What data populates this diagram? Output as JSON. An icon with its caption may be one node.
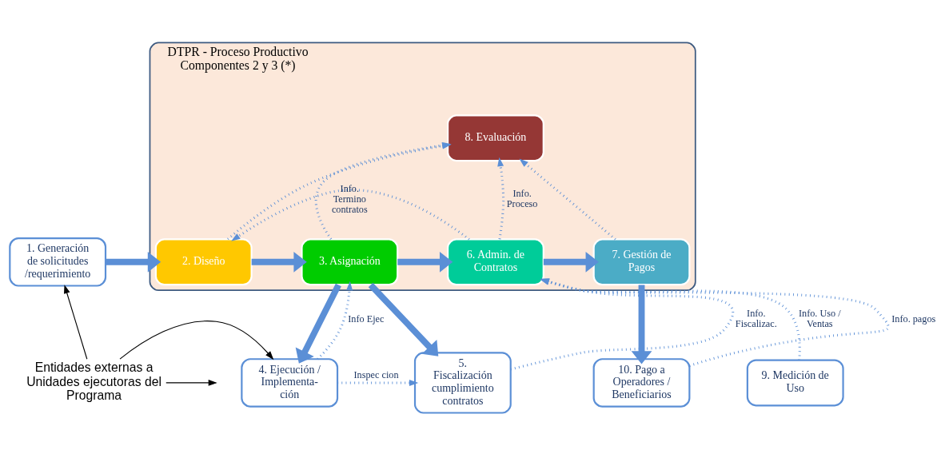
{
  "diagram": {
    "nodes": [
      {
        "text": [
          "DTPR - Proceso Productivo Componentes 2 y 3 (*)"
        ]
      },
      {
        "text": [
          "1. Generación de solicitudes /requerimiento"
        ]
      },
      {
        "text": [
          "2. Diseño"
        ],
        "in": 0
      },
      {
        "text": [
          "3. Asignación"
        ],
        "in": 0
      },
      {
        "text": [
          "6. Admin. de Contratos"
        ],
        "in": 0
      },
      {
        "text": [
          "7. Gestión de Pagos"
        ],
        "in": 0
      },
      {
        "text": [
          "8. Evaluación"
        ],
        "in": 0
      },
      {
        "text": [
          "4. Ejecución / Implementa- ción"
        ]
      },
      {
        "text": [
          "5. Fiscalización cumplimiento contratos"
        ]
      },
      {
        "text": [
          "9. Medición de Uso"
        ]
      },
      {
        "text": [
          "10. Pago a Operadores / Beneficiarios"
        ]
      },
      {
        "text": [
          "Entidades externas a Unidades ejecutoras del Programa"
        ]
      }
    ],
    "edges": [
      {
        "from": 1,
        "to": 2,
        "arrow": "to",
        "style": "thick"
      },
      {
        "from": 2,
        "to": 3,
        "arrow": "to",
        "style": "thick"
      },
      {
        "from": 3,
        "to": 4,
        "arrow": "to",
        "style": "thick"
      },
      {
        "from": 4,
        "to": 5,
        "arrow": "to",
        "style": "thick"
      },
      {
        "from": 2,
        "to": 6,
        "arrow": "to",
        "style": "dashed"
      },
      {
        "from": 3,
        "to": 6,
        "arrow": "to",
        "style": "dashed"
      },
      {
        "from": 4,
        "to": 6,
        "arrow": "to",
        "style": "dashed",
        "label": "Info. Proceso"
      },
      {
        "from": 5,
        "to": 6,
        "arrow": "to",
        "style": "dashed"
      },
      {
        "from": 4,
        "to": 2,
        "arrow": "to",
        "style": "dashed",
        "label": "Info. Termino contratos"
      },
      {
        "from": 3,
        "to": 7,
        "arrow": "to",
        "style": "thick"
      },
      {
        "from": 7,
        "to": 3,
        "arrow": "to",
        "style": "dashed",
        "label": "Info Ejec"
      },
      {
        "from": 3,
        "to": 8,
        "arrow": "to",
        "style": "thick"
      },
      {
        "from": 7,
        "to": 8,
        "arrow": "to",
        "style": "dashed",
        "label": "Inspec cion"
      },
      {
        "from": 8,
        "to": 4,
        "arrow": "to",
        "style": "dashed",
        "label": "Info. Fiscalizac."
      },
      {
        "from": 9,
        "to": 4,
        "arrow": "to",
        "style": "dashed",
        "label": "Info. Uso / Ventas"
      },
      {
        "from": 10,
        "to": 4,
        "arrow": "to",
        "style": "dashed",
        "label": "Info. pagos"
      },
      {
        "from": 5,
        "to": 10,
        "arrow": "to",
        "style": "thick"
      },
      {
        "from": 11,
        "to": 1,
        "arrow": "to",
        "color": "#000000"
      },
      {
        "from": 11,
        "to": 7,
        "arrow": "to",
        "color": "#000000"
      },
      {
        "from": 11,
        "to": null,
        "arrow": "to",
        "color": "#000000"
      }
    ]
  }
}
